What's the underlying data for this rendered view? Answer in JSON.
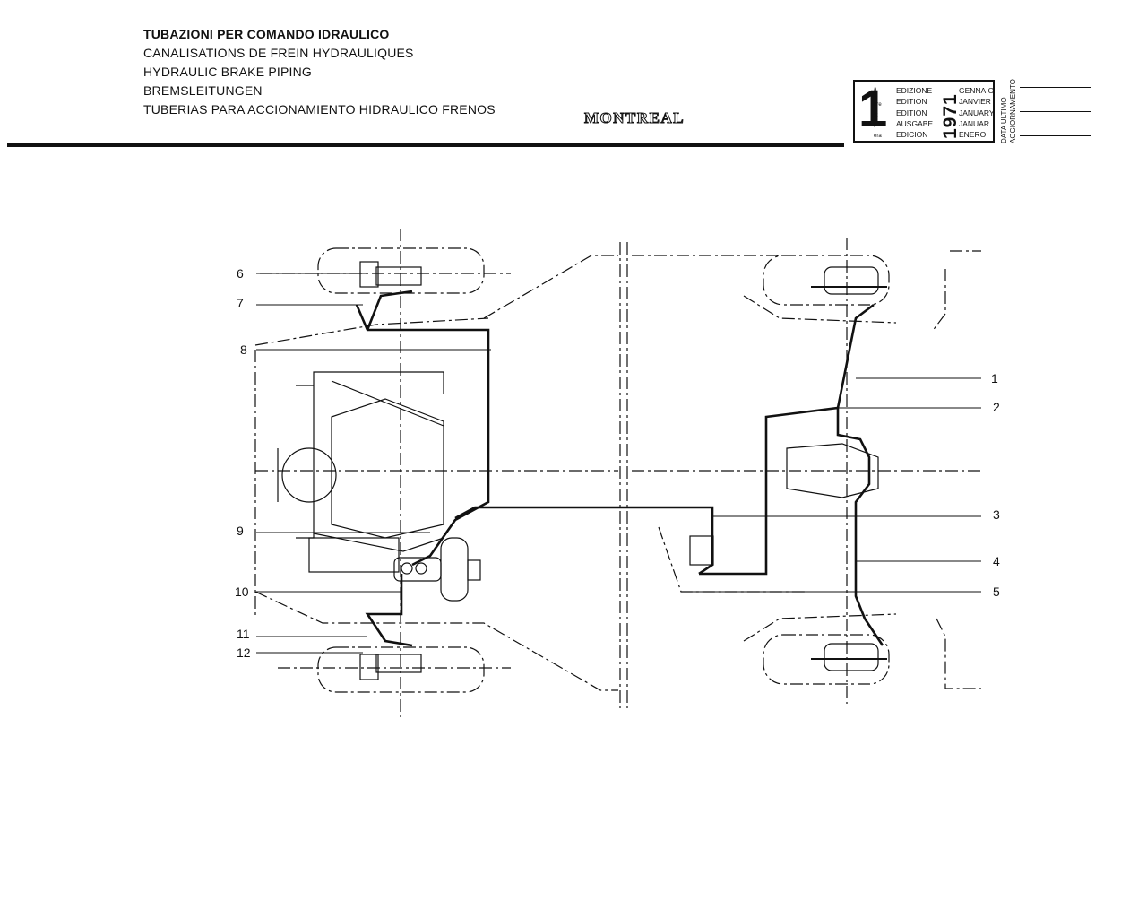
{
  "header": {
    "titles": [
      "TUBAZIONI PER COMANDO IDRAULICO",
      "CANALISATIONS DE FREIN HYDRAULIQUES",
      "HYDRAULIC BRAKE PIPING",
      "BREMSLEITUNGEN",
      "TUBERIAS PARA ACCIONAMIENTO HIDRAULICO FRENOS"
    ],
    "model": "MONTREAL"
  },
  "edition": {
    "number": "1",
    "suffixes": [
      "a",
      "ere",
      "st",
      ".",
      "era"
    ],
    "labels": [
      "EDIZIONE",
      "EDITION",
      "EDITION",
      "AUSGABE",
      "EDICION"
    ],
    "months": [
      "GENNAIO",
      "JANVIER",
      "JANUARY",
      "JANUAR",
      "ENERO"
    ],
    "year": "1971",
    "last_update_lines": [
      "DATA ULTIMO",
      "AGGIORNAMENTO"
    ]
  },
  "callouts": {
    "left": [
      "6",
      "7",
      "8",
      "9",
      "10",
      "11",
      "12"
    ],
    "right": [
      "1",
      "2",
      "3",
      "4",
      "5"
    ]
  }
}
